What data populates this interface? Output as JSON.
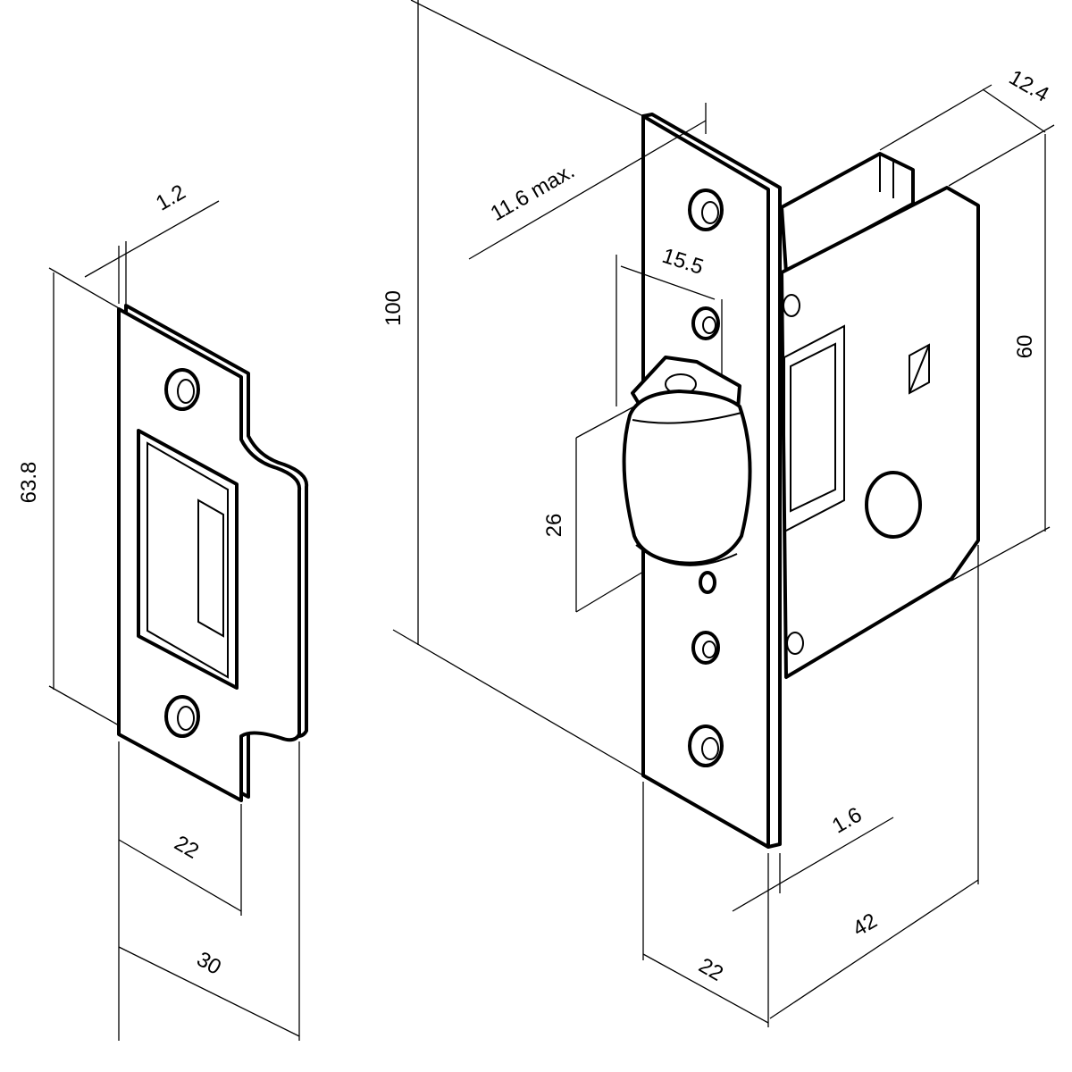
{
  "strike_plate": {
    "thickness": "1.2",
    "height": "63.8",
    "inner_width": "22",
    "outer_width": "30"
  },
  "latch": {
    "height": "100",
    "projection": "11.6 max.",
    "bolt_offset": "15.5",
    "bolt_height": "26",
    "body_thickness": "12.4",
    "body_height": "60",
    "faceplate_thickness": "1.6",
    "backset": "42",
    "faceplate_width": "22"
  }
}
